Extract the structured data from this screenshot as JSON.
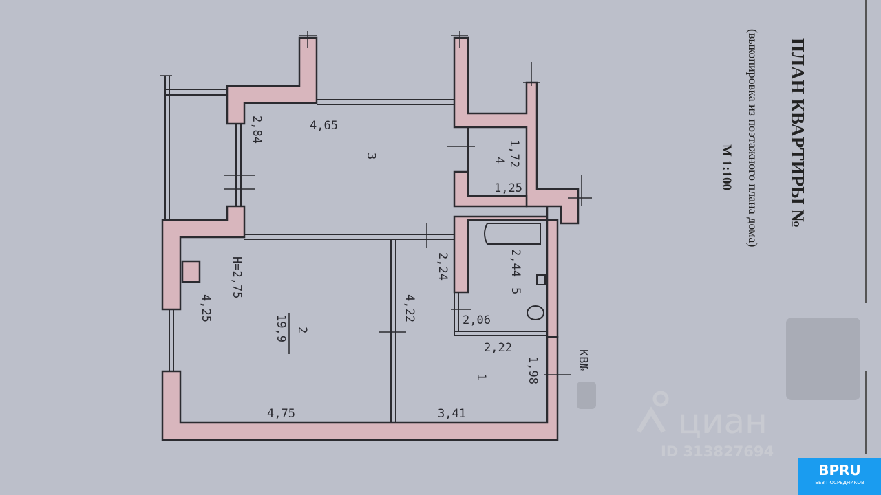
{
  "title": {
    "heading": "ПЛАН КВАРТИРЫ №",
    "subtitle": "(выкопировка из поэтажного плана дома)",
    "scale": "М 1:100"
  },
  "plan": {
    "rooms": [
      {
        "number": "1",
        "dims": [
          "2,22",
          "1,98",
          "3,41"
        ]
      },
      {
        "number": "2",
        "area": "19,9",
        "height": "H=2,75",
        "dims": [
          "4,25",
          "4,75",
          "4,22"
        ]
      },
      {
        "number": "3",
        "dims": [
          "4,65",
          "2,84"
        ]
      },
      {
        "number": "4",
        "dims": [
          "1,72",
          "1,25"
        ]
      },
      {
        "number": "5",
        "dims": [
          "2,44",
          "2,24",
          "2,06"
        ]
      }
    ],
    "apartment_label": "КВ№"
  },
  "watermark": {
    "brand": "циан",
    "id": "ID 313827694"
  },
  "badge": {
    "name": "BPRU",
    "tagline": "БЕЗ ПОСРЕДНИКОВ"
  },
  "colors": {
    "wall": "#d8b6bd",
    "paper": "#bcbfca",
    "badge": "#1a9cf0"
  }
}
